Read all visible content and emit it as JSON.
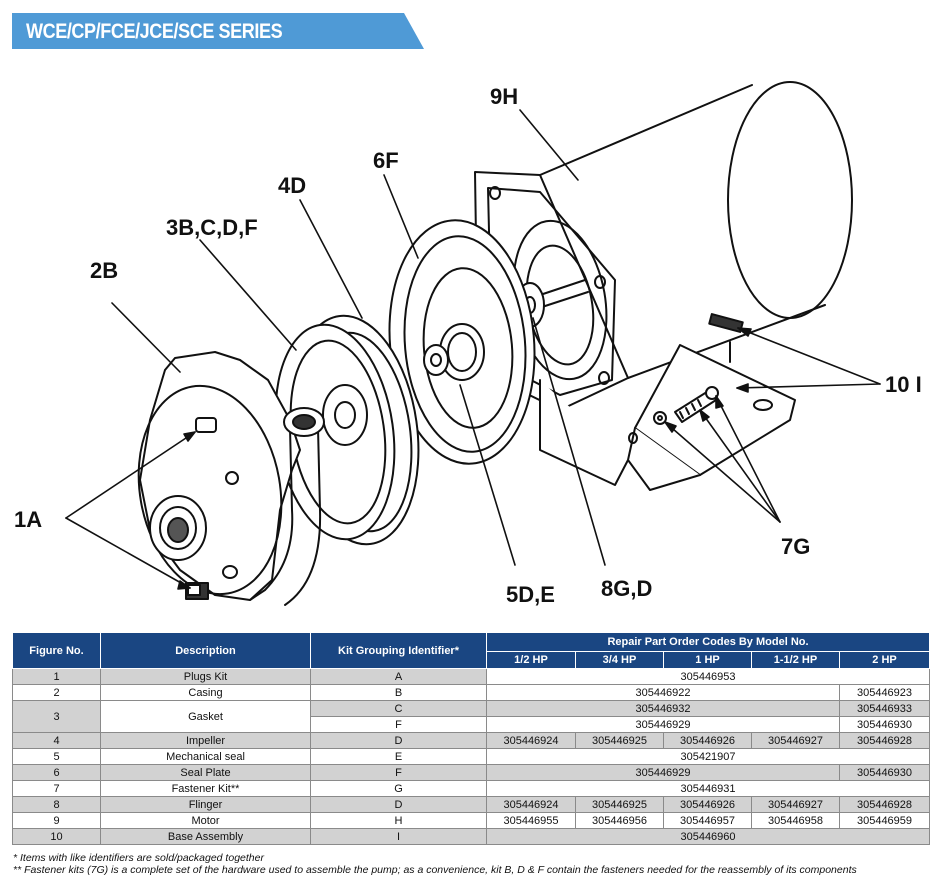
{
  "banner": {
    "title": "WCE/CP/FCE/JCE/SCE SERIES",
    "color": "#4f9ad6"
  },
  "diagram": {
    "labels": {
      "l1A": "1A",
      "l2B": "2B",
      "l3": "3B,C,D,F",
      "l4D": "4D",
      "l5": "5D,E",
      "l6F": "6F",
      "l7G": "7G",
      "l8": "8G,D",
      "l9H": "9H",
      "l10": "10 I"
    }
  },
  "table": {
    "header": {
      "figure": "Figure No.",
      "description": "Description",
      "kit": "Kit Grouping Identifier*",
      "repair": "Repair Part Order Codes By Model No.",
      "hp": [
        "1/2 HP",
        "3/4 HP",
        "1 HP",
        "1-1/2 HP",
        "2 HP"
      ]
    },
    "header_color": "#1a4682",
    "rows": {
      "r1": {
        "fig": "1",
        "desc": "Plugs Kit",
        "kit": "A",
        "code": "305446953"
      },
      "r2": {
        "fig": "2",
        "desc": "Casing",
        "kit": "B",
        "code": "305446922",
        "code2": "305446923"
      },
      "r3": {
        "fig": "3",
        "desc": "Gasket",
        "kitC": "C",
        "kitF": "F",
        "codeC": "305446932",
        "codeC2": "305446933",
        "codeF": "305446929",
        "codeF2": "305446930"
      },
      "r4": {
        "fig": "4",
        "desc": "Impeller",
        "kit": "D",
        "codes": [
          "305446924",
          "305446925",
          "305446926",
          "305446927",
          "305446928"
        ]
      },
      "r5": {
        "fig": "5",
        "desc": "Mechanical seal",
        "kit": "E",
        "code": "305421907"
      },
      "r6": {
        "fig": "6",
        "desc": "Seal Plate",
        "kit": "F",
        "code": "305446929",
        "code2": "305446930"
      },
      "r7": {
        "fig": "7",
        "desc": "Fastener Kit**",
        "kit": "G",
        "code": "305446931"
      },
      "r8": {
        "fig": "8",
        "desc": "Flinger",
        "kit": "D",
        "codes": [
          "305446924",
          "305446925",
          "305446926",
          "305446927",
          "305446928"
        ]
      },
      "r9": {
        "fig": "9",
        "desc": "Motor",
        "kit": "H",
        "codes": [
          "305446955",
          "305446956",
          "305446957",
          "305446958",
          "305446959"
        ]
      },
      "r10": {
        "fig": "10",
        "desc": "Base Assembly",
        "kit": "I",
        "code": "305446960"
      }
    }
  },
  "notes": {
    "n1": "* Items with like identifiers are sold/packaged together",
    "n2": "** Fastener kits (7G) is a complete set of the hardware used to assemble the pump; as a convenience, kit B, D & F contain the fasteners needed for the reassembly of its components"
  }
}
